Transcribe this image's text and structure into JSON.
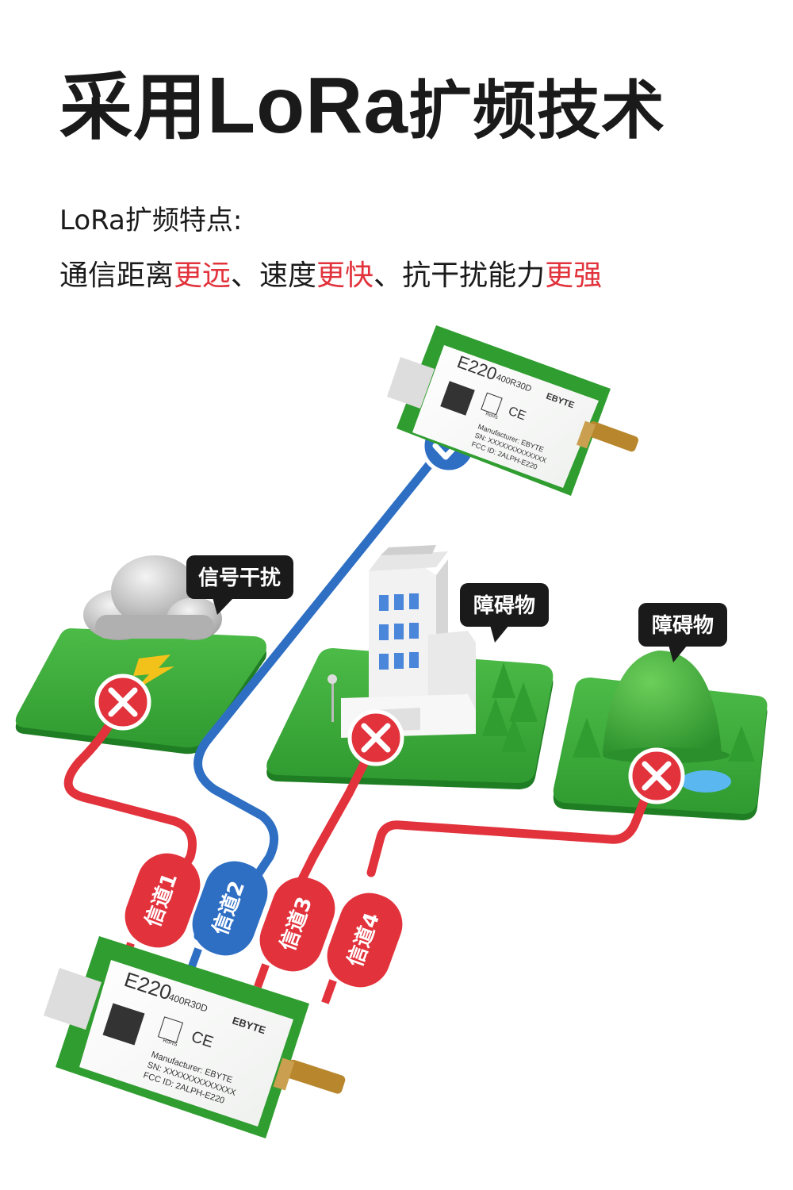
{
  "title": {
    "prefix": "采用",
    "brand": "LoRa",
    "suffix": "扩频技术"
  },
  "subtitle": "LoRa扩频特点:",
  "features": [
    {
      "text": "通信距离",
      "hl": false
    },
    {
      "text": "更远",
      "hl": true
    },
    {
      "text": "、速度",
      "hl": false
    },
    {
      "text": "更快",
      "hl": true
    },
    {
      "text": "、抗干扰能力",
      "hl": false
    },
    {
      "text": "更强",
      "hl": true
    }
  ],
  "colors": {
    "highlight": "#e2323c",
    "success": "#2e6fc4",
    "fail": "#e2323c",
    "grass": "#3aa53a"
  },
  "bubbles": {
    "interference": "信号干扰",
    "obstacle_building": "障碍物",
    "obstacle_mountain": "障碍物"
  },
  "channels": [
    {
      "label": "信道1",
      "status": "blocked"
    },
    {
      "label": "信道2",
      "status": "ok"
    },
    {
      "label": "信道3",
      "status": "blocked"
    },
    {
      "label": "信道4",
      "status": "blocked"
    }
  ],
  "module_top": {
    "model": "E220",
    "variant": "400R30D",
    "brand": "EBYTE",
    "rohs": "RoHS",
    "ce": "CE",
    "manufacturer": "Manufacturer: EBYTE",
    "sn": "SN: XXXXXXXXXXXXX",
    "fcc": "FCC ID: 2ALPH-E220"
  },
  "module_bottom": {
    "model": "E220",
    "variant": "400R30D",
    "brand": "EBYTE",
    "rohs": "RoHS",
    "ce": "CE",
    "manufacturer": "Manufacturer: EBYTE",
    "sn": "SN: XXXXXXXXXXXXX",
    "fcc": "FCC ID: 2ALPH-E220"
  },
  "icons": [
    "check-icon",
    "cross-icon",
    "lightning-icon",
    "cloud-icon",
    "building-icon",
    "mountain-icon",
    "tree-icon",
    "antenna-icon"
  ]
}
